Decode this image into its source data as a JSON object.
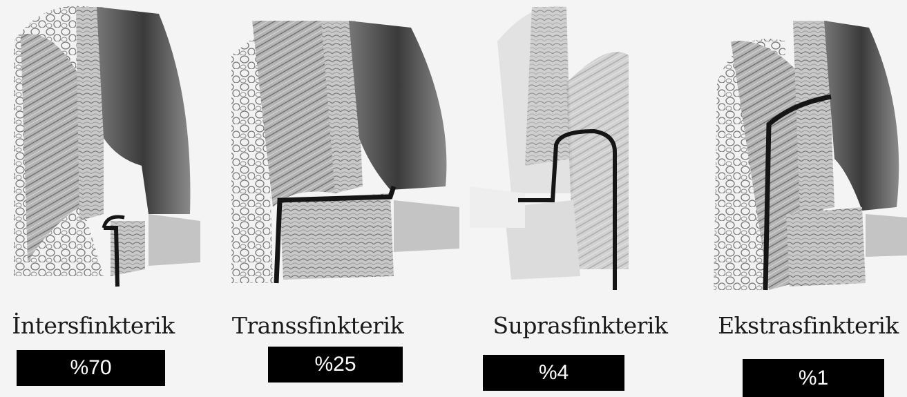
{
  "panels": [
    {
      "label": "İntersfinkterik",
      "percent": "%70"
    },
    {
      "label": "Transsfinkterik",
      "percent": "%25"
    },
    {
      "label": "Suprasfinkterik",
      "percent": "%4"
    },
    {
      "label": "Ekstrasfinkterik",
      "percent": "%1"
    }
  ]
}
